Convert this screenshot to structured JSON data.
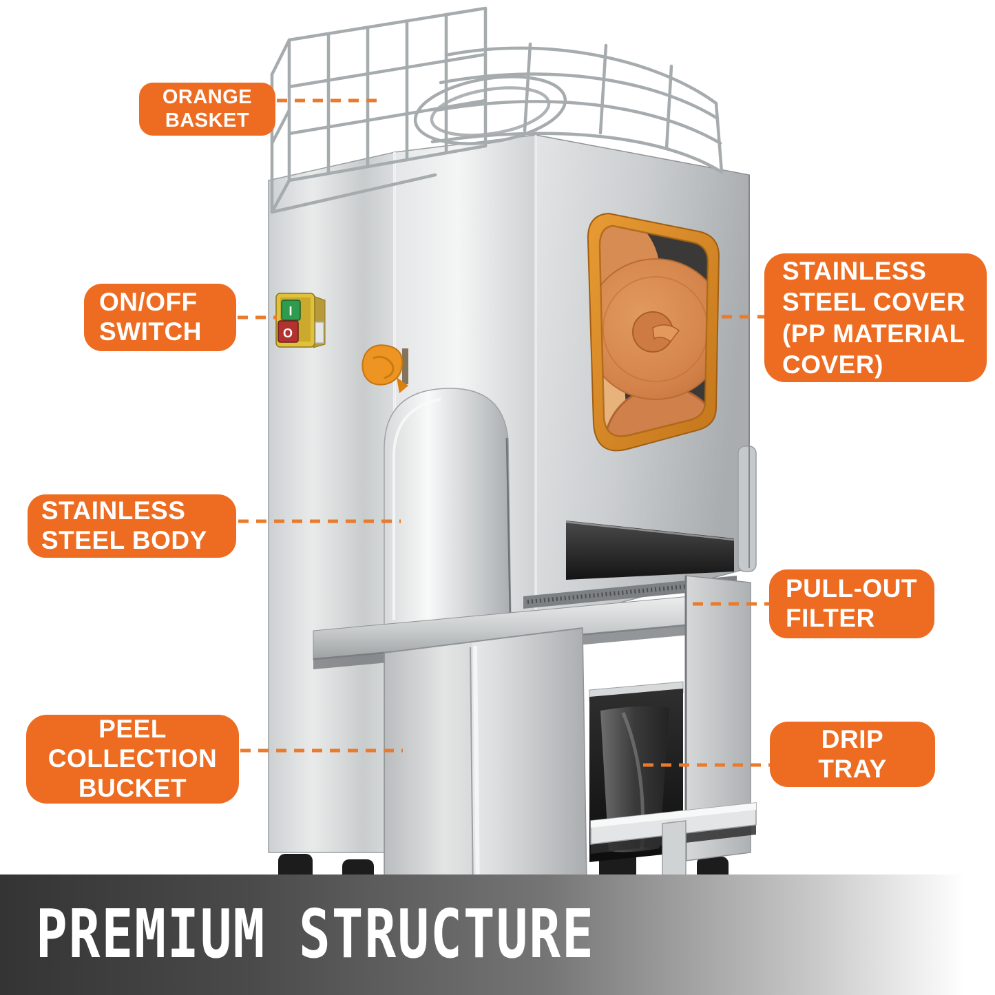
{
  "page": {
    "background": "#ffffff"
  },
  "colors": {
    "label_bg": "#ED6C21",
    "label_text": "#ffffff",
    "leader_line": "#EA7A2C",
    "banner_dark": "#373737",
    "banner_light": "#ffffff",
    "banner_text": "#ffffff",
    "window_rim_orange": "#DD8C2F",
    "squeezer_disc_orange": "#D3834A",
    "switch_yellow": "#E0C23A",
    "switch_green": "#2F9B4E",
    "switch_red": "#B23230",
    "spout_orange": "#ED9422",
    "steel_light": "#F2F3F3",
    "steel_dark": "#AEB1B3",
    "feet_black": "#1C1C1C"
  },
  "callouts": {
    "orange_basket": {
      "text": "ORANGE\nBASKET"
    },
    "on_off_switch": {
      "text": "ON/OFF\nSWITCH"
    },
    "stainless_cover": {
      "text": "STAINLESS\nSTEEL COVER\n(PP MATERIAL\nCOVER)"
    },
    "stainless_body": {
      "text": "STAINLESS\nSTEEL BODY"
    },
    "pull_out_filter": {
      "text": "PULL-OUT\nFILTER"
    },
    "peel_bucket": {
      "text": "PEEL\nCOLLECTION\nBUCKET"
    },
    "drip_tray": {
      "text": "DRIP\nTRAY"
    }
  },
  "switch": {
    "on_glyph": "I",
    "off_glyph": "O"
  },
  "banner": {
    "title": "PREMIUM STRUCTURE"
  }
}
